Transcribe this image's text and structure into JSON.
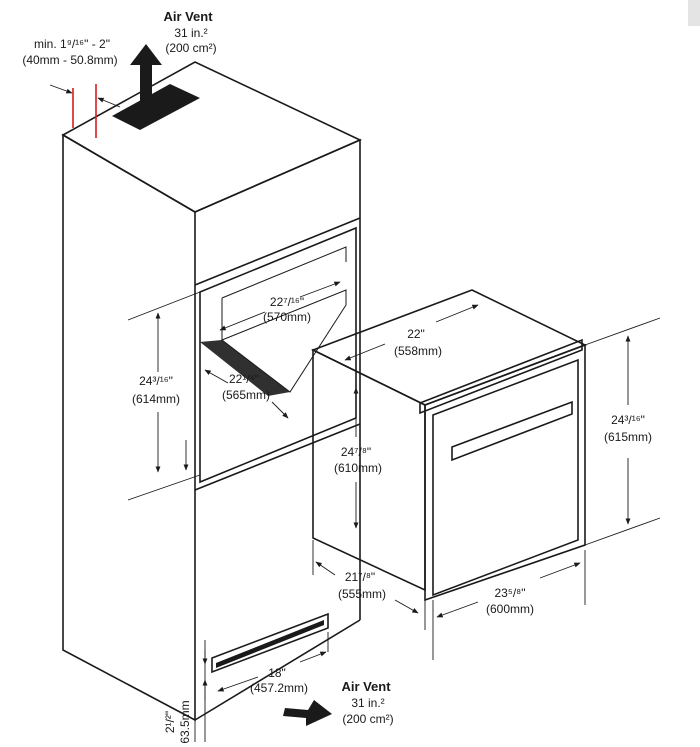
{
  "labels": {
    "top_vent_title": "Air Vent",
    "top_vent_area": "31 in.²",
    "top_vent_metric": "(200 cm²)",
    "min_gap_imperial": "min. 1⁹/¹⁶\" - 2\"",
    "min_gap_metric": "(40mm - 50.8mm)",
    "cut_width_imperial": "22⁷/¹⁶\"",
    "cut_width_metric": "(570mm)",
    "cut_height_imperial": "24³/¹⁶\"",
    "cut_height_metric": "(614mm)",
    "cut_depth_imperial": "22¹/⁴\"",
    "cut_depth_metric": "(565mm)",
    "oven_width_imperial": "22\"",
    "oven_width_metric": "(558mm)",
    "oven_height_imperial": "24⁷/⁸\"",
    "oven_height_metric": "(610mm)",
    "oven_depth_imperial": "21⁷/⁸\"",
    "oven_depth_metric": "(555mm)",
    "front_width_imperial": "23⁵/⁸\"",
    "front_width_metric": "(600mm)",
    "front_height_imperial": "24³/¹⁶\"",
    "front_height_metric": "(615mm)",
    "bottom_vent_width_imperial": "18\"",
    "bottom_vent_width_metric": "(457.2mm)",
    "bottom_vent_title": "Air Vent",
    "bottom_vent_area": "31 in.²",
    "bottom_vent_metric": "(200 cm²)",
    "plinth_imperial": "2¹/²\"",
    "plinth_metric": "63.5mm"
  },
  "colors": {
    "line": "#1a1a1a",
    "clearance_marker": "#d42020",
    "background": "#ffffff"
  }
}
